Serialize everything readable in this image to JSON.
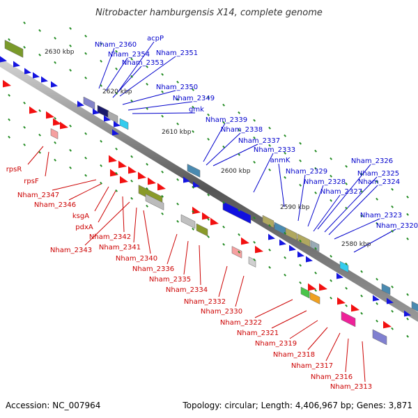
{
  "title": "Nitrobacter hamburgensis X14, complete genome",
  "footer": {
    "accession": "Accession: NC_007964",
    "summary": "Topology: circular; Length: 4,406,967 bp; Genes: 3,871"
  },
  "colors": {
    "forward_label": "#0000cc",
    "reverse_label": "#cc0000",
    "axis": "#888888",
    "tick": "#228b22"
  },
  "ticks": [
    "2630 kbp",
    "2620 kbp",
    "2610 kbp",
    "2600 kbp",
    "2590 kbp",
    "2580 kbp"
  ],
  "forward_genes": [
    "Nham_2360",
    "acpP",
    "Nham_2354",
    "Nham_2351",
    "Nham_2353",
    "Nham_2350",
    "Nham_2349",
    "gmk",
    "Nham_2339",
    "Nham_2338",
    "Nham_2337",
    "Nham_2333",
    "anmK",
    "Nham_2329",
    "Nham_2328",
    "Nham_2327",
    "Nham_2326",
    "Nham_2325",
    "Nham_2324",
    "Nham_2323",
    "Nham_2320"
  ],
  "reverse_genes": [
    "rpsR",
    "rpsF",
    "Nham_2347",
    "Nham_2346",
    "ksgA",
    "pdxA",
    "Nham_2342",
    "Nham_2343",
    "Nham_2341",
    "Nham_2340",
    "Nham_2336",
    "Nham_2335",
    "Nham_2334",
    "Nham_2332",
    "Nham_2330",
    "Nham_2322",
    "Nham_2321",
    "Nham_2319",
    "Nham_2318",
    "Nham_2317",
    "Nham_2316",
    "Nham_2313"
  ]
}
